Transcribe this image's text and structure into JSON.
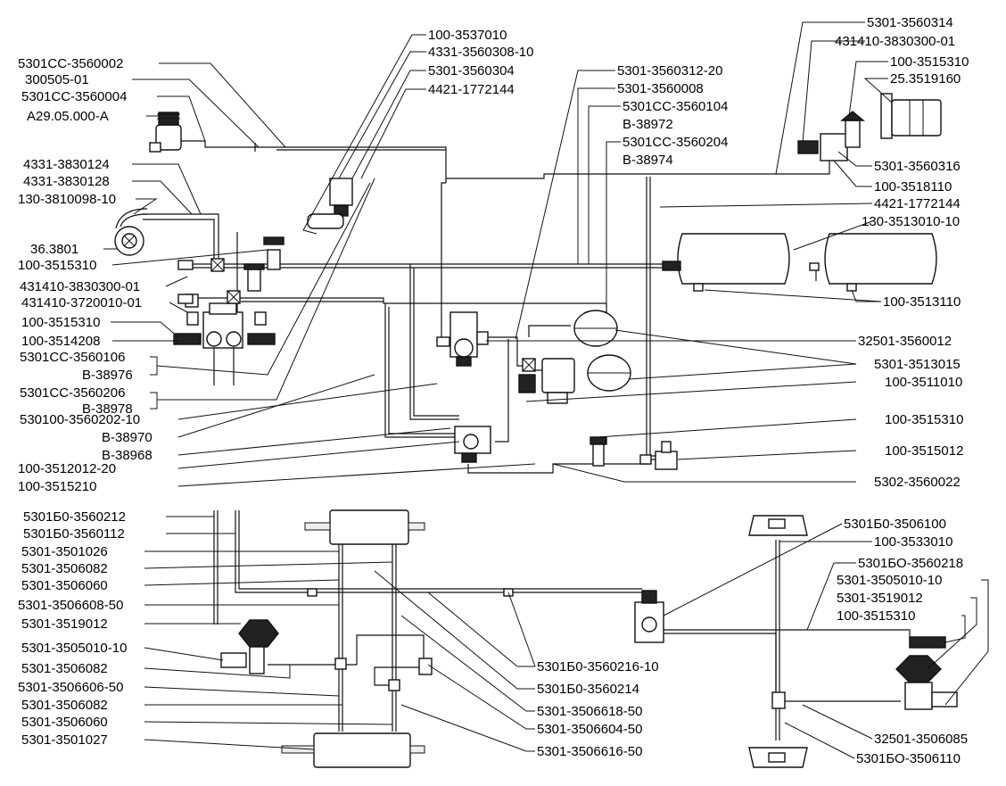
{
  "labels": [
    {
      "id": "l01",
      "text": "100-3537010"
    },
    {
      "id": "l02",
      "text": "4331-3560308-10"
    },
    {
      "id": "l03",
      "text": "5301-3560304"
    },
    {
      "id": "l04",
      "text": "4421-1772144"
    },
    {
      "id": "l05",
      "text": "5301CC-3560002"
    },
    {
      "id": "l06",
      "text": "300505-01"
    },
    {
      "id": "l07",
      "text": "5301CC-3560004"
    },
    {
      "id": "l08",
      "text": "A29.05.000-A"
    },
    {
      "id": "l09",
      "text": "4331-3830124"
    },
    {
      "id": "l10",
      "text": "4331-3830128"
    },
    {
      "id": "l11",
      "text": "130-3810098-10"
    },
    {
      "id": "l12",
      "text": "36.3801"
    },
    {
      "id": "l13",
      "text": "100-3515310"
    },
    {
      "id": "l14",
      "text": "431410-3830300-01"
    },
    {
      "id": "l15",
      "text": "431410-3720010-01"
    },
    {
      "id": "l16",
      "text": "100-3515310"
    },
    {
      "id": "l17",
      "text": "100-3514208"
    },
    {
      "id": "l18",
      "text": "5301CC-3560106"
    },
    {
      "id": "l19",
      "text": "B-38976"
    },
    {
      "id": "l20",
      "text": "5301CC-3560206"
    },
    {
      "id": "l21",
      "text": "B-38978"
    },
    {
      "id": "l22",
      "text": "530100-3560202-10"
    },
    {
      "id": "l23",
      "text": "B-38970"
    },
    {
      "id": "l24",
      "text": "B-38968"
    },
    {
      "id": "l25",
      "text": "100-3512012-20"
    },
    {
      "id": "l26",
      "text": "100-3515210"
    },
    {
      "id": "l27",
      "text": "5301-3560312-20"
    },
    {
      "id": "l28",
      "text": "5301-3560008"
    },
    {
      "id": "l29",
      "text": "5301CC-3560104"
    },
    {
      "id": "l30",
      "text": "B-38972"
    },
    {
      "id": "l31",
      "text": "5301CC-3560204"
    },
    {
      "id": "l32",
      "text": "B-38974"
    },
    {
      "id": "l33",
      "text": "5301-3560314"
    },
    {
      "id": "l34",
      "text": "431410-3830300-01"
    },
    {
      "id": "l35",
      "text": "100-3515310"
    },
    {
      "id": "l36",
      "text": "25.3519160"
    },
    {
      "id": "l37",
      "text": "5301-3560316"
    },
    {
      "id": "l38",
      "text": "100-3518110"
    },
    {
      "id": "l39",
      "text": "4421-1772144"
    },
    {
      "id": "l40",
      "text": "130-3513010-10"
    },
    {
      "id": "l41",
      "text": "100-3513110"
    },
    {
      "id": "l42",
      "text": "32501-3560012"
    },
    {
      "id": "l43",
      "text": "5301-3513015"
    },
    {
      "id": "l44",
      "text": "100-3511010"
    },
    {
      "id": "l45",
      "text": "100-3515310"
    },
    {
      "id": "l46",
      "text": "100-3515012"
    },
    {
      "id": "l47",
      "text": "5302-3560022"
    },
    {
      "id": "l48",
      "text": "5301Б0-3560212"
    },
    {
      "id": "l49",
      "text": "5301Б0-3560112"
    },
    {
      "id": "l50",
      "text": "5301-3501026"
    },
    {
      "id": "l51",
      "text": "5301-3506082"
    },
    {
      "id": "l52",
      "text": "5301-3506060"
    },
    {
      "id": "l53",
      "text": "5301-3506608-50"
    },
    {
      "id": "l54",
      "text": "5301-3519012"
    },
    {
      "id": "l55",
      "text": "5301-3505010-10"
    },
    {
      "id": "l56",
      "text": "5301-3506082"
    },
    {
      "id": "l57",
      "text": "5301-3506606-50"
    },
    {
      "id": "l58",
      "text": "5301-3506082"
    },
    {
      "id": "l59",
      "text": "5301-3506060"
    },
    {
      "id": "l60",
      "text": "5301-3501027"
    },
    {
      "id": "l61",
      "text": "5301Б0-3560216-10"
    },
    {
      "id": "l62",
      "text": "5301Б0-3560214"
    },
    {
      "id": "l63",
      "text": "5301-3506618-50"
    },
    {
      "id": "l64",
      "text": "5301-3506604-50"
    },
    {
      "id": "l65",
      "text": "5301-3506616-50"
    },
    {
      "id": "l66",
      "text": "5301Б0-3506100"
    },
    {
      "id": "l67",
      "text": "100-3533010"
    },
    {
      "id": "l68",
      "text": "5301БО-3560218"
    },
    {
      "id": "l69",
      "text": "5301-3505010-10"
    },
    {
      "id": "l70",
      "text": "5301-3519012"
    },
    {
      "id": "l71",
      "text": "100-3515310"
    },
    {
      "id": "l72",
      "text": "32501-3506085"
    },
    {
      "id": "l73",
      "text": "5301БО-3506110"
    }
  ]
}
